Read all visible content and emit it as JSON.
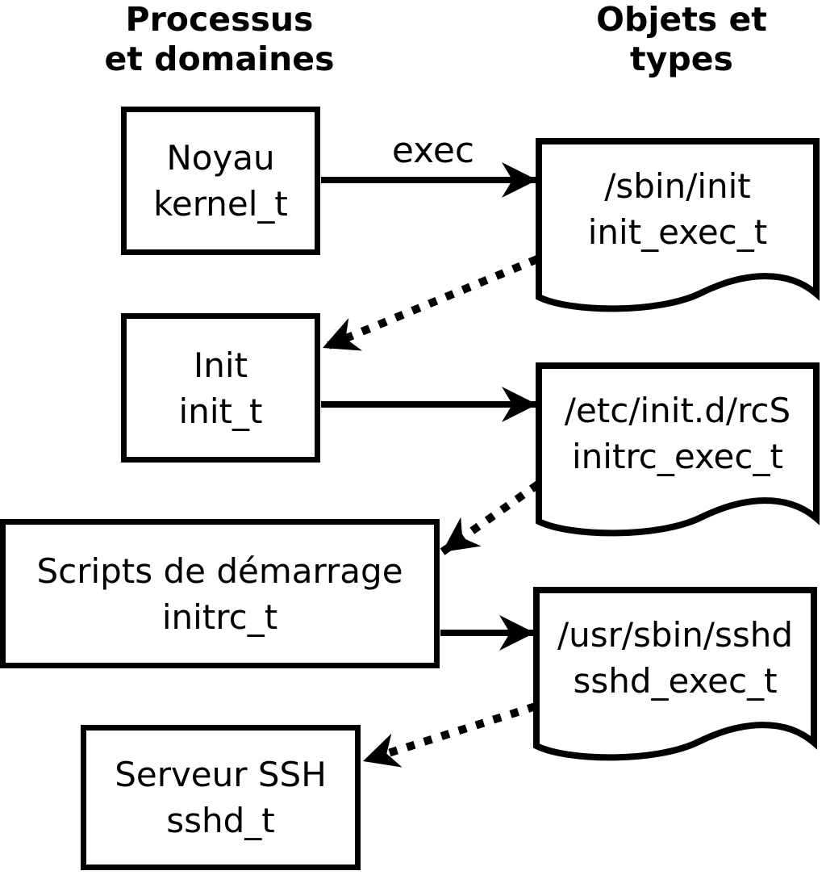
{
  "headers": {
    "left": "Processus\net domaines",
    "right": "Objets et\ntypes"
  },
  "process_nodes": [
    {
      "id": "kernel_t",
      "label": "Noyau\nkernel_t"
    },
    {
      "id": "init_t",
      "label": "Init\ninit_t"
    },
    {
      "id": "initrc_t",
      "label": "Scripts de démarrage\ninitrc_t"
    },
    {
      "id": "sshd_t",
      "label": "Serveur SSH\nsshd_t"
    }
  ],
  "object_nodes": [
    {
      "id": "init_exec_t",
      "label": "/sbin/init\ninit_exec_t"
    },
    {
      "id": "initrc_exec_t",
      "label": "/etc/init.d/rcS\ninitrc_exec_t"
    },
    {
      "id": "sshd_exec_t",
      "label": "/usr/sbin/sshd\nsshd_exec_t"
    }
  ],
  "edges": [
    {
      "from": "kernel_t",
      "to": "init_exec_t",
      "style": "solid",
      "label": "exec"
    },
    {
      "from": "init_exec_t",
      "to": "init_t",
      "style": "dotted",
      "label": ""
    },
    {
      "from": "init_t",
      "to": "initrc_exec_t",
      "style": "solid",
      "label": ""
    },
    {
      "from": "initrc_exec_t",
      "to": "initrc_t",
      "style": "dotted",
      "label": ""
    },
    {
      "from": "initrc_t",
      "to": "sshd_exec_t",
      "style": "solid",
      "label": ""
    },
    {
      "from": "sshd_exec_t",
      "to": "sshd_t",
      "style": "dotted",
      "label": ""
    }
  ],
  "colors": {
    "ink": "#000000",
    "paper": "#ffffff"
  }
}
